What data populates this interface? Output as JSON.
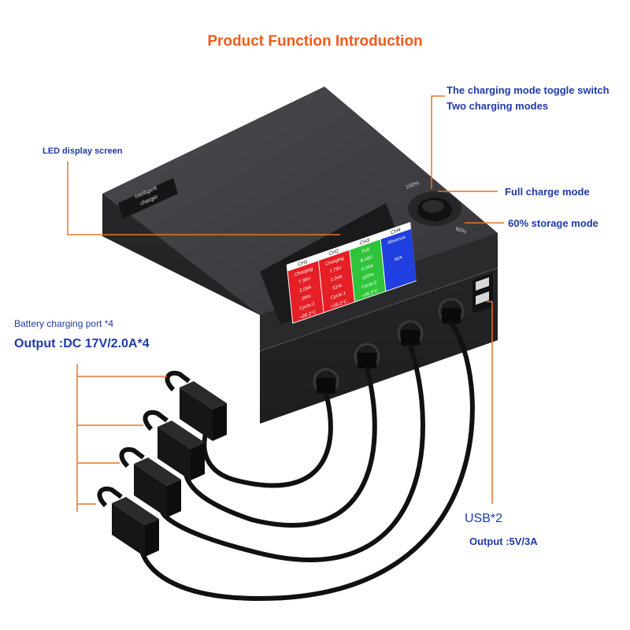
{
  "title": "Product Function Introduction",
  "device": {
    "badge_line1": "Intelligent",
    "badge_line2": "charger",
    "dial_top": "100%",
    "dial_bottom": "60%"
  },
  "labels": {
    "toggle_switch": "The charging mode toggle switch",
    "two_modes": "Two charging modes",
    "led_display": "LED display screen",
    "full_charge": "Full charge mode",
    "storage_mode": "60% storage mode",
    "battery_port": "Battery charging port *4",
    "output_dc": "Output :DC 17V/2.0A*4",
    "usb": "USB*2",
    "output_usb": "Output :5V/3A"
  },
  "screen": {
    "headers": [
      "CH1",
      "CH2",
      "CH3",
      "CH4"
    ],
    "col1": [
      "Charging",
      "7.39V",
      "2.09A",
      "29%",
      "Cycle:2",
      "+28.2°C"
    ],
    "col2": [
      "Charging",
      "7.79V",
      "2.04A",
      "51%",
      "Cycle:1",
      "+28.2°C"
    ],
    "col3": [
      "Full",
      "8.49V",
      "0.00A",
      "100%",
      "Cycle:0",
      "+28.2°C"
    ],
    "col4": [
      "Absence",
      "N/A"
    ]
  },
  "colors": {
    "title": "#f25a1a",
    "label": "#1f3aa8",
    "leader_line": "#e8732a",
    "body": "#3a3a3d",
    "cell_red": "#e61e25",
    "cell_green": "#2fc43a",
    "cell_blue": "#1f3fe0"
  }
}
